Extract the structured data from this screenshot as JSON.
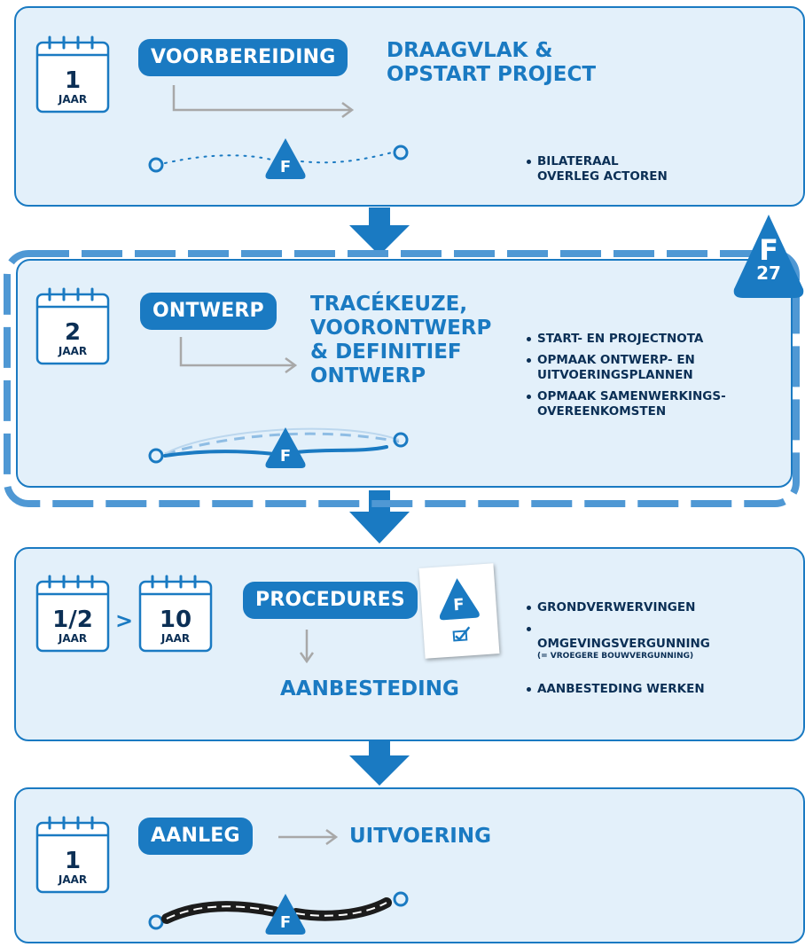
{
  "stages": [
    {
      "duration": {
        "value": "1",
        "unit": "JAAR"
      },
      "phase_label": "VOORBEREIDING",
      "description": "DRAAGVLAK &\nOPSTART PROJECT",
      "bullets": [
        "BILATERAAL\nOVERLEG ACTOREN"
      ],
      "timeline_marker": "F",
      "timeline_style": "dotted"
    },
    {
      "duration": {
        "value": "2",
        "unit": "JAAR"
      },
      "phase_label": "ONTWERP",
      "description": "TRACÉKEUZE,\nVOORONTWERP\n& DEFINITIEF\nONTWERP",
      "bullets": [
        "START- EN PROJECTNOTA",
        "OPMAAK ONTWERP- EN\nUITVOERINGSPLANNEN",
        "OPMAAK SAMENWERKINGS-\nOVEREENKOMSTEN"
      ],
      "timeline_marker": "F",
      "timeline_style": "curves",
      "badge": {
        "letter": "F",
        "number": "27"
      }
    },
    {
      "duration_from": {
        "value": "1/2",
        "unit": "JAAR"
      },
      "duration_separator": ">",
      "duration_to": {
        "value": "10",
        "unit": "JAAR"
      },
      "phase_label": "PROCEDURES",
      "description": "AANBESTEDING",
      "bullets": [
        "GRONDVERWERVINGEN",
        "OMGEVINGSVERGUNNING",
        "AANBESTEDING WERKEN"
      ],
      "bullet_note": "(= VROEGERE BOUWVERGUNNING)",
      "doc_marker": "F"
    },
    {
      "duration": {
        "value": "1",
        "unit": "JAAR"
      },
      "phase_label": "AANLEG",
      "description": "UITVOERING",
      "timeline_marker": "F",
      "timeline_style": "road"
    }
  ],
  "colors": {
    "accent": "#1a7ac2",
    "panel_fill": "#e3f0fa",
    "dark_text": "#0b2f55",
    "connector_gray": "#a8a8a8",
    "road": "#1c1c1c"
  },
  "icons": [
    "calendar-icon",
    "arrow-right-icon",
    "arrow-down-icon",
    "f-marker-icon",
    "permit-document-icon"
  ]
}
